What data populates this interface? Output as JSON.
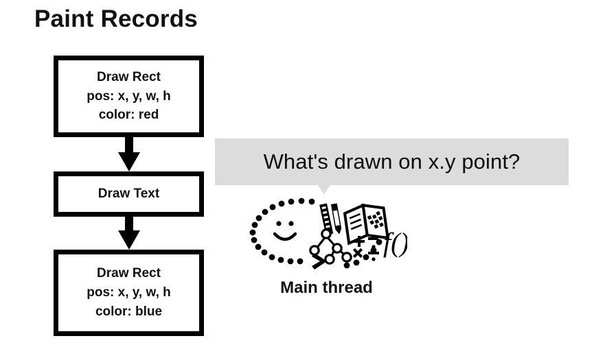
{
  "slide": {
    "title": "Paint Records",
    "background_color": "#ffffff"
  },
  "paint_records": {
    "boxes": [
      {
        "name": "draw-rect-red",
        "lines": [
          "Draw Rect",
          "pos: x, y, w, h",
          "color: red"
        ]
      },
      {
        "name": "draw-text",
        "lines": [
          "Draw Text"
        ]
      },
      {
        "name": "draw-rect-blue",
        "lines": [
          "Draw Rect",
          "pos: x, y, w, h",
          "color: blue"
        ]
      }
    ],
    "border_color": "#000000",
    "arrow_count": 2,
    "arrow_direction": "down"
  },
  "question": {
    "bubble_text": "What's drawn on x.y point?",
    "bubble_color": "#dcdcdc",
    "tail_direction": "down"
  },
  "thinker": {
    "label": "Main thread",
    "icons": [
      "dotted-head-icon",
      "smiley-face-icon",
      "ruler-icon",
      "pencil-icon",
      "open-book-icon",
      "tree-graph-icon",
      "math-operators-icon",
      "function-notation-icon"
    ],
    "math_operators": "+ - x ÷",
    "function_notation": "f()"
  }
}
